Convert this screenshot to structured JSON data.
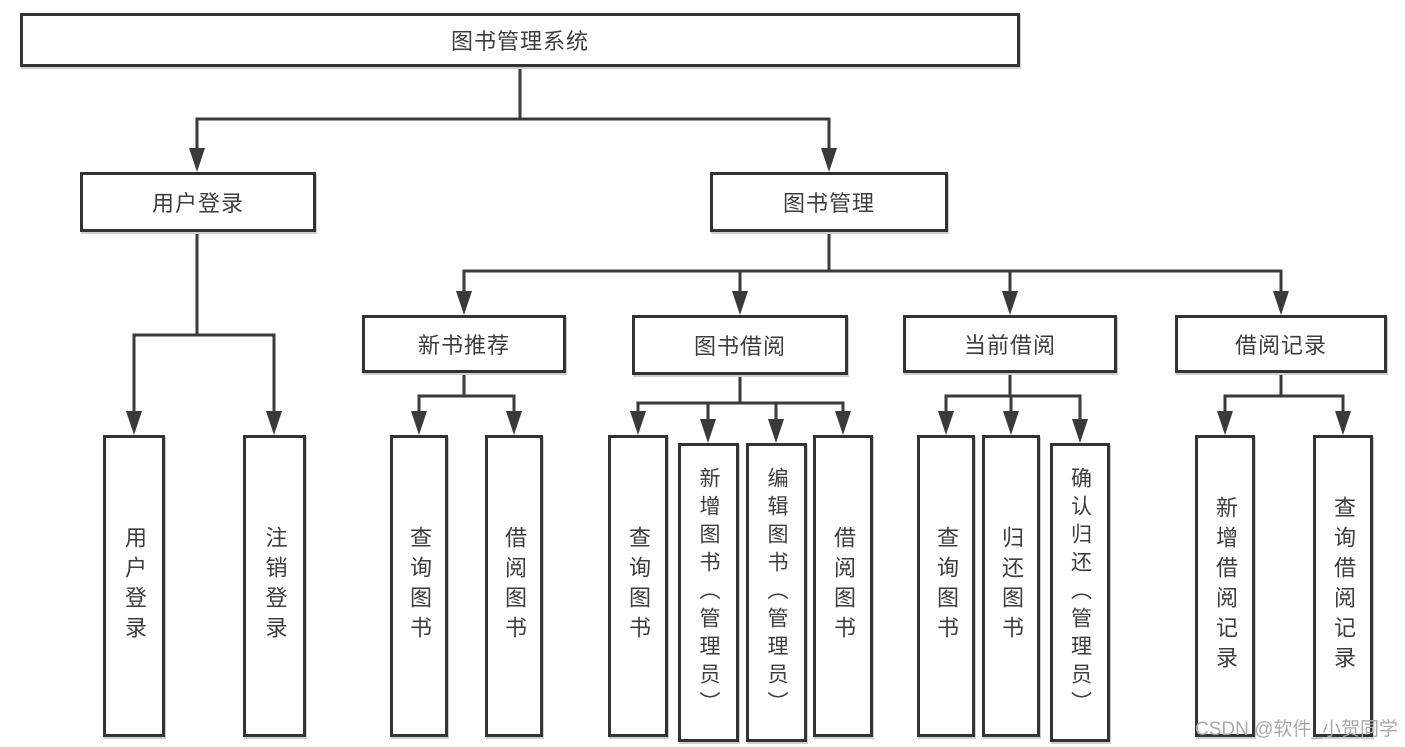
{
  "tree": {
    "label": "图书管理系统",
    "children": [
      {
        "label": "用户登录",
        "children": [
          {
            "label": "用户登录"
          },
          {
            "label": "注销登录"
          }
        ]
      },
      {
        "label": "图书管理",
        "children": [
          {
            "label": "新书推荐",
            "children": [
              {
                "label": "查询图书"
              },
              {
                "label": "借阅图书"
              }
            ]
          },
          {
            "label": "图书借阅",
            "children": [
              {
                "label": "查询图书"
              },
              {
                "label": "新增图书（管理员）"
              },
              {
                "label": "编辑图书（管理员）"
              },
              {
                "label": "借阅图书"
              }
            ]
          },
          {
            "label": "当前借阅",
            "children": [
              {
                "label": "查询图书"
              },
              {
                "label": "归还图书"
              },
              {
                "label": "确认归还（管理员）"
              }
            ]
          },
          {
            "label": "借阅记录",
            "children": [
              {
                "label": "新增借阅记录"
              },
              {
                "label": "查询借阅记录"
              }
            ]
          }
        ]
      }
    ]
  },
  "watermark": {
    "text": "CSDN @软件_小贺同学"
  },
  "colors": {
    "box_border": "#333333",
    "connector_line": "#3a3a3a",
    "text": "#3d3d3d",
    "watermark_text": "#a9a9a9",
    "background": "#ffffff"
  }
}
